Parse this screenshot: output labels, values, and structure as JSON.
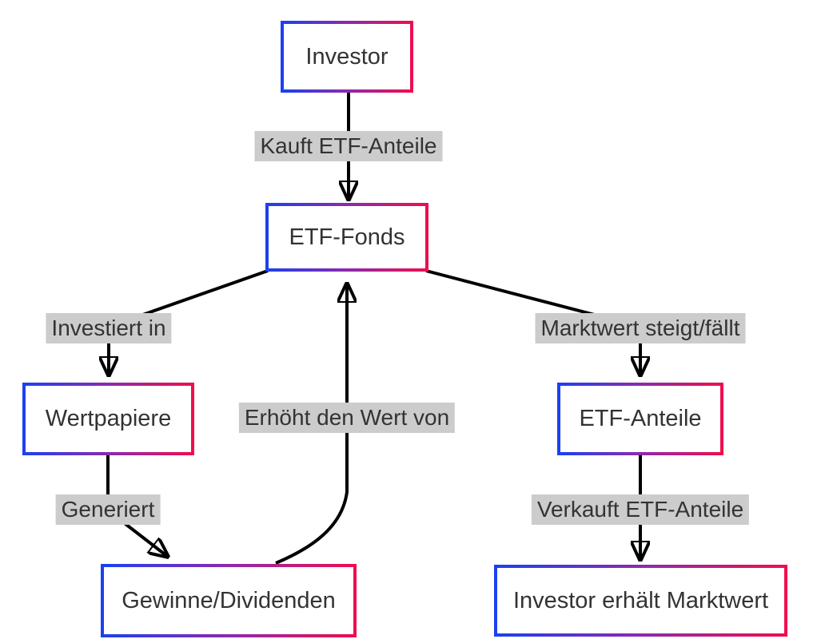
{
  "diagram": {
    "type": "flowchart",
    "direction": "top-down",
    "background_color": "#ffffff",
    "colors": {
      "node_border_gradient": [
        "#1c40f0",
        "#8c2aae",
        "#ee0e4e"
      ],
      "node_fill": "#ffffff",
      "edge_line": "#000000",
      "edge_label_background": "#cccccc",
      "text": "#333333"
    },
    "nodes": [
      {
        "id": "investor",
        "label": "Investor"
      },
      {
        "id": "etf_fonds",
        "label": "ETF-Fonds"
      },
      {
        "id": "wertpapiere",
        "label": "Wertpapiere"
      },
      {
        "id": "etf_anteile",
        "label": "ETF-Anteile"
      },
      {
        "id": "gewinne_dividenden",
        "label": "Gewinne/Dividenden"
      },
      {
        "id": "investor_erhaelt_marktwert",
        "label": "Investor erhält Marktwert"
      }
    ],
    "edges": [
      {
        "from": "investor",
        "to": "etf_fonds",
        "label": "Kauft ETF-Anteile"
      },
      {
        "from": "etf_fonds",
        "to": "wertpapiere",
        "label": "Investiert in"
      },
      {
        "from": "etf_fonds",
        "to": "etf_anteile",
        "label": "Marktwert steigt/fällt"
      },
      {
        "from": "wertpapiere",
        "to": "gewinne_dividenden",
        "label": "Generiert"
      },
      {
        "from": "gewinne_dividenden",
        "to": "etf_fonds",
        "label": "Erhöht den Wert von"
      },
      {
        "from": "etf_anteile",
        "to": "investor_erhaelt_marktwert",
        "label": "Verkauft ETF-Anteile"
      }
    ]
  }
}
